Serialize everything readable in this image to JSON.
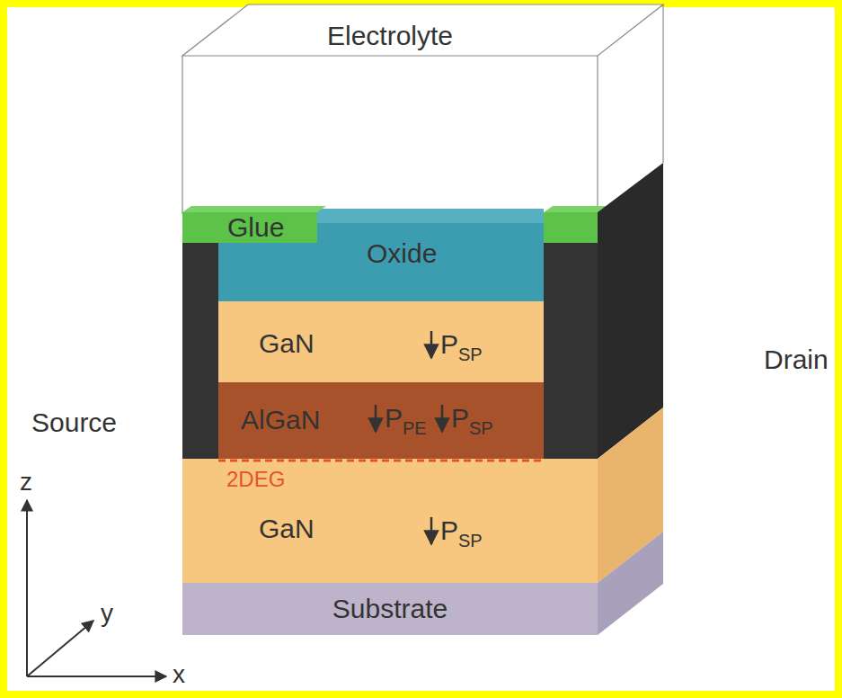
{
  "diagram": {
    "nodes": [
      {
        "text": [
          "Electrolyte"
        ]
      },
      {
        "text": [
          "Glue"
        ]
      },
      {
        "text": [
          "Oxide"
        ]
      },
      {
        "text": [
          "GaN"
        ]
      },
      {
        "text": [
          "AlGaN"
        ]
      },
      {
        "text": [
          "GaN"
        ]
      },
      {
        "text": [
          "Substrate"
        ]
      }
    ],
    "labels": [
      "Drain",
      "Source",
      "P",
      "SP",
      "P",
      "PE",
      "P",
      "SP",
      "2DEG",
      "P",
      "SP",
      "z",
      "y",
      "x"
    ]
  }
}
